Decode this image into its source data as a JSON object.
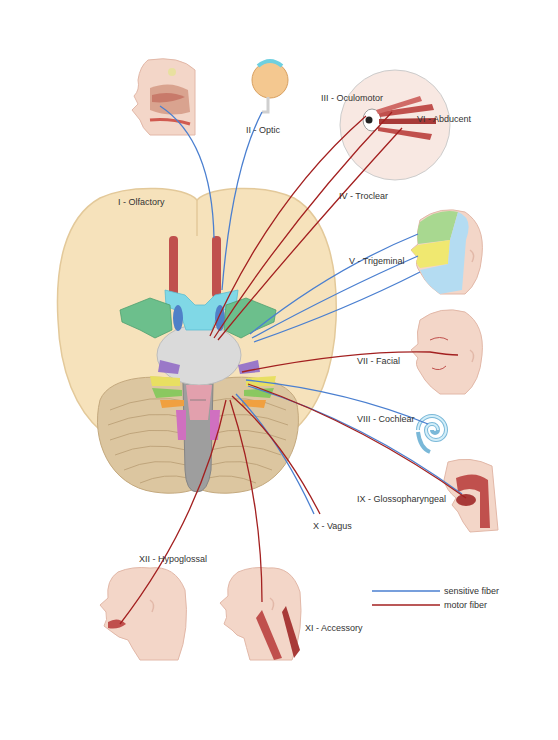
{
  "diagram": {
    "labels": [
      "I - Olfactory",
      "II - Optic",
      "III - Oculomotor",
      "VI - Abducent",
      "IV - Troclear",
      "V - Trigeminal",
      "VII - Facial",
      "VIII - Cochlear",
      "IX - Glossopharyngeal",
      "X - Vagus",
      "XII - Hypoglossal",
      "XI - Accessory"
    ],
    "legend": [
      {
        "text": "sensitive fiber"
      },
      {
        "text": "motor fiber"
      }
    ]
  }
}
